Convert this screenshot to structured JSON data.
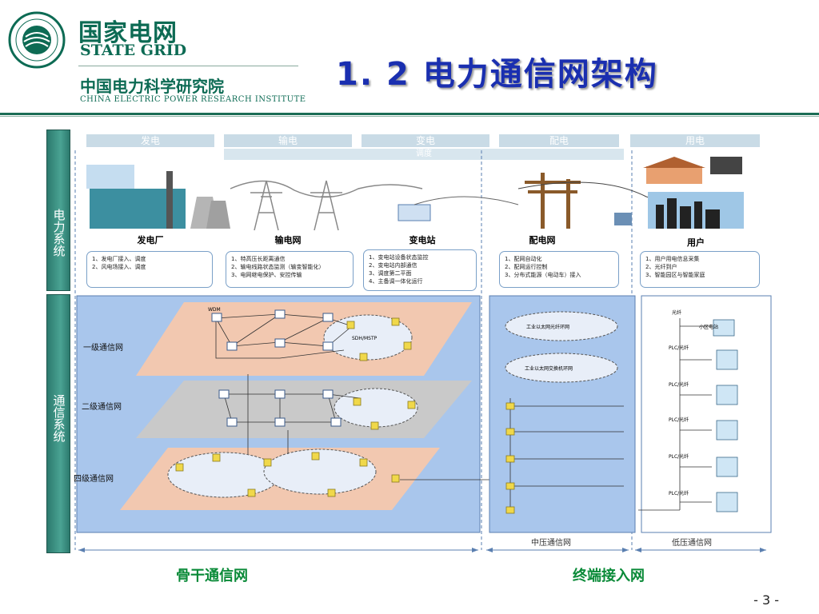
{
  "header": {
    "brand_cn": "国家电网",
    "brand_en": "STATE GRID",
    "institute_cn": "中国电力科学研究院",
    "institute_en": "CHINA ELECTRIC POWER RESEARCH INSTITUTE",
    "title": "1. 2  电力通信网架构"
  },
  "diagram": {
    "side_labels": {
      "power": "电力系统",
      "comm": "通信系统"
    },
    "stages": [
      "发电",
      "输电",
      "变电",
      "配电",
      "用电"
    ],
    "dispatch_label": "调度",
    "stage_names": [
      "发电厂",
      "输电网",
      "变电站",
      "配电网",
      "用户"
    ],
    "notes": [
      [
        "1、发电厂接入、调度",
        "2、风电场接入、调度"
      ],
      [
        "1、特高压长距离通信",
        "2、输电线路状态监测（输变智能化）",
        "3、电网继电保护、安控传输"
      ],
      [
        "1、变电站设备状态监控",
        "2、变电站内部通信",
        "3、调度第二平面",
        "4、主备调一体化运行"
      ],
      [
        "1、配网自动化",
        "2、配网运行控制",
        "3、分布式能源（电动车）接入"
      ],
      [
        "1、用户用电信息采集",
        "2、光纤到户",
        "3、智能园区与智能家庭"
      ]
    ],
    "layers": [
      "一级通信网",
      "二级通信网",
      "四级通信网"
    ],
    "wdm_label": "WDM",
    "sdh_label": "SDH/MSTP",
    "ring_labels": [
      "工业以太网光纤环网",
      "工业以太网交换机环网"
    ],
    "leaf_labels": [
      "光纤",
      "小区电站",
      "PLC/光纤",
      "PLC/光纤",
      "PLC/光纤",
      "PLC/光纤",
      "PLC/光纤"
    ],
    "section_labels": {
      "mid": "中压通信网",
      "low": "低压通信网"
    },
    "bottom_labels": {
      "backbone": "骨干通信网",
      "access": "终端接入网"
    }
  },
  "footer": {
    "page": "- 3 -"
  },
  "colors": {
    "brand_green": "#0d6b54",
    "title_blue": "#1a2fb0",
    "side_teal": "#3a8f82",
    "backbone_bg": "#a9c6ec",
    "access_bg": "#a9c6ec",
    "bottom_green": "#0a8a38"
  }
}
